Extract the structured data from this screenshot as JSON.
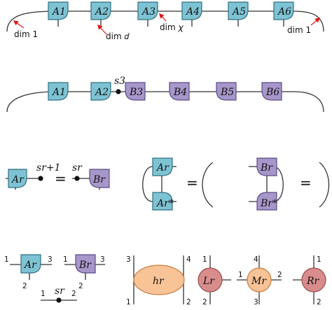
{
  "row1": {
    "tensors": [
      "A1",
      "A2",
      "A3",
      "A4",
      "A5",
      "A6"
    ],
    "labels": {
      "dim1_left": "dim 1",
      "dim_d": "dim 𝑑",
      "dim_chi": "dim 𝜒",
      "dim1_right": "dim 1"
    }
  },
  "row2": {
    "tensors": [
      "A1",
      "A2",
      "B3",
      "B4",
      "B5",
      "B6"
    ],
    "s_label": "s3"
  },
  "row3": {
    "left": {
      "tensor": "Ar",
      "s_left": "sr+1",
      "s_right": "sr",
      "tensor_right": "Br",
      "equals": "="
    },
    "right": {
      "top_left": "Ar",
      "bottom_left": "Ar*",
      "top_right": "Br",
      "bottom_right": "Br*",
      "equals1": "=",
      "equals2": "="
    }
  },
  "row4": {
    "Ar": {
      "name": "Ar",
      "i1": "1",
      "i2": "2",
      "i3": "3"
    },
    "Br": {
      "name": "Br",
      "i1": "1",
      "i2": "2",
      "i3": "3"
    },
    "sr": {
      "name": "sr",
      "i1": "1",
      "i2": "2"
    },
    "hr": {
      "name": "hr",
      "i1": "3",
      "i2": "4",
      "i3": "1",
      "i4": "2"
    },
    "Lr": {
      "name": "Lr",
      "i1": "1",
      "i2": "2"
    },
    "Mr": {
      "name": "Mr",
      "i1": "1",
      "i2": "2",
      "i3": "3",
      "i4": "4"
    },
    "Rr": {
      "name": "Rr",
      "i1": "1",
      "i2": "2"
    }
  }
}
